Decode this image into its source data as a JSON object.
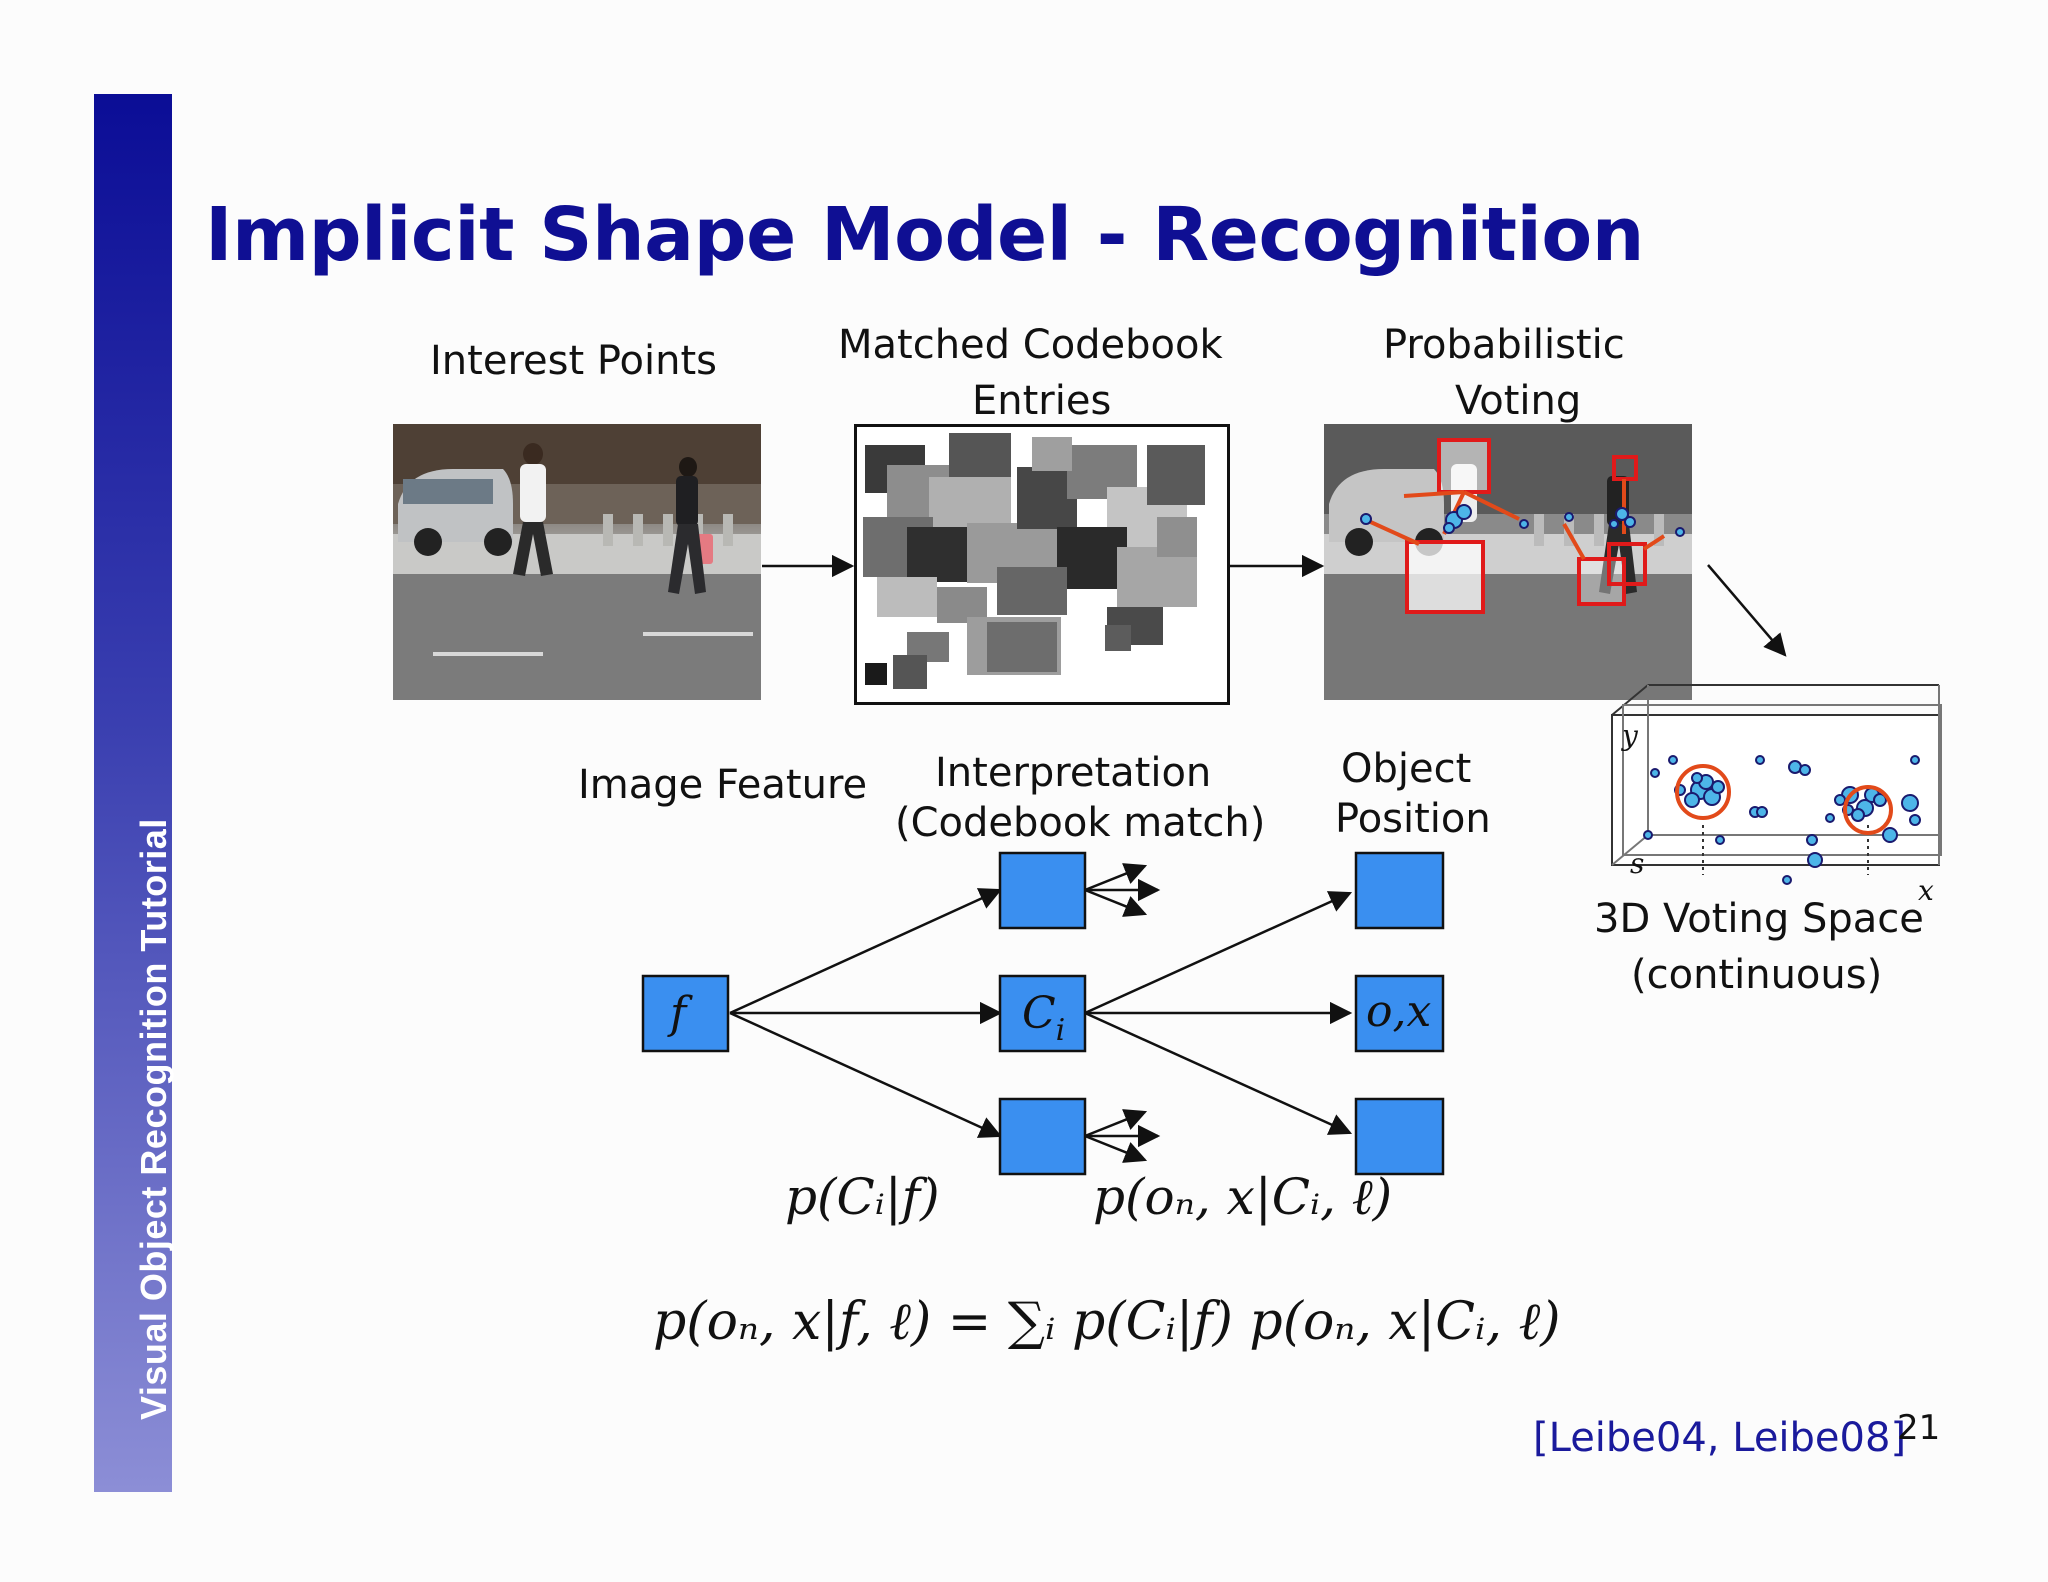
{
  "slide": {
    "sidebar_text": "Visual Object Recognition Tutorial",
    "title": "Implicit Shape Model - Recognition",
    "page_number": "21",
    "reference": "[Leibe04, Leibe08]"
  },
  "stages": {
    "interest_points": "Interest Points",
    "matched_line1": "Matched Codebook",
    "matched_line2": "Entries",
    "prob_line1": "Probabilistic",
    "prob_line2": "Voting",
    "voting_space_line1": "3D Voting Space",
    "voting_space_line2": "(continuous)"
  },
  "voting_axes": {
    "y": "y",
    "s": "s",
    "x": "x"
  },
  "graph": {
    "image_feature": "Image Feature",
    "interp_line1": "Interpretation",
    "interp_line2": "(Codebook match)",
    "objpos_line1": "Object",
    "objpos_line2": "Position",
    "node_f": "f",
    "node_c": "C",
    "node_c_sub": "i",
    "node_ox": "o,x"
  },
  "formulas": {
    "p_c_given_f": "p(Cᵢ|f)",
    "p_o_given_c": "p(oₙ, x|Cᵢ, ℓ)",
    "main": "p(oₙ, x|f, ℓ) = ∑ᵢ p(Cᵢ|f) p(oₙ, x|Cᵢ, ℓ)",
    "sum_index": "i"
  },
  "colors": {
    "title": "#0f0f93",
    "node_fill": "#3a8ff0",
    "vote_box": "#e01a1a",
    "vote_arrow": "#e24a1a",
    "vote_point": "#4db5e8"
  }
}
